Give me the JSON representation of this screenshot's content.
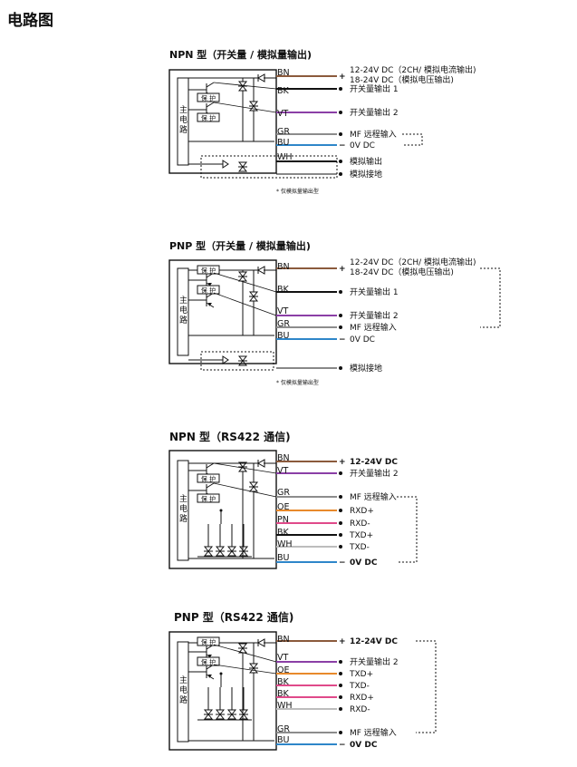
{
  "page": {
    "title": "电路图"
  },
  "main_circuit_label": [
    "主",
    "电",
    "路"
  ],
  "protection_label": "保 护",
  "colors": {
    "BN": "#8B5A3C",
    "BK": "#111111",
    "VT": "#8B3FA6",
    "GR": "#8C8C8C",
    "BU": "#2E86C9",
    "WH": "#BDBDBD",
    "OE": "#E8892B",
    "PN": "#E04A8A"
  },
  "diagrams": [
    {
      "title": "NPN 型（开关量 / 模拟量输出)",
      "footnote": "* 仅模拟量输出型",
      "wires": [
        {
          "code": "BN",
          "color_key": "BN",
          "sym": "+",
          "label": "12-24V DC（2CH/ 模拟电流输出)",
          "label2": "18-24V DC（模拟电压输出)"
        },
        {
          "code": "BK",
          "color_key": "BK",
          "sym": "•",
          "label": "开关量输出 1"
        },
        {
          "code": "VT",
          "color_key": "VT",
          "sym": "•",
          "label": "开关量输出 2"
        },
        {
          "code": "GR",
          "color_key": "GR",
          "sym": "•",
          "label": "MF 远程输入"
        },
        {
          "code": "BU",
          "color_key": "BU",
          "sym": "−",
          "label": "0V DC"
        },
        {
          "code": "WH",
          "color_key": "BK",
          "sym": "•",
          "label": "模拟输出"
        },
        {
          "code": "",
          "color_key": "BK",
          "sym": "•",
          "label": "模拟接地"
        }
      ]
    },
    {
      "title": "PNP 型（开关量 / 模拟量输出)",
      "footnote": "* 仅模拟量输出型",
      "wires": [
        {
          "code": "BN",
          "color_key": "BN",
          "sym": "+",
          "label": "12-24V DC（2CH/ 模拟电流输出)",
          "label2": "18-24V DC（模拟电压输出)"
        },
        {
          "code": "BK",
          "color_key": "BK",
          "sym": "•",
          "label": "开关量输出 1"
        },
        {
          "code": "VT",
          "color_key": "VT",
          "sym": "•",
          "label": "开关量输出 2"
        },
        {
          "code": "GR",
          "color_key": "GR",
          "sym": "•",
          "label": "MF 远程输入"
        },
        {
          "code": "BU",
          "color_key": "BU",
          "sym": "−",
          "label": "0V DC"
        },
        {
          "code": "",
          "color_key": "BK",
          "sym": "•",
          "label": "模拟接地"
        }
      ]
    },
    {
      "title": "NPN 型（RS422 通信)",
      "wires": [
        {
          "code": "BN",
          "color_key": "BN",
          "sym": "+",
          "label": "12-24V DC"
        },
        {
          "code": "VT",
          "color_key": "VT",
          "sym": "•",
          "label": "开关量输出 2"
        },
        {
          "code": "GR",
          "color_key": "GR",
          "sym": "•",
          "label": "MF 远程输入"
        },
        {
          "code": "OE",
          "color_key": "OE",
          "sym": "•",
          "label": "RXD+"
        },
        {
          "code": "PN",
          "color_key": "PN",
          "sym": "•",
          "label": "RXD-"
        },
        {
          "code": "BK",
          "color_key": "BK",
          "sym": "•",
          "label": "TXD+"
        },
        {
          "code": "WH",
          "color_key": "WH",
          "sym": "•",
          "label": "TXD-"
        },
        {
          "code": "BU",
          "color_key": "BU",
          "sym": "−",
          "label": "0V DC"
        }
      ]
    },
    {
      "title": "PNP 型（RS422 通信)",
      "wires": [
        {
          "code": "BN",
          "color_key": "BN",
          "sym": "+",
          "label": "12-24V DC"
        },
        {
          "code": "VT",
          "color_key": "VT",
          "sym": "•",
          "label": "开关量输出 2"
        },
        {
          "code": "OE",
          "color_key": "OE",
          "sym": "•",
          "label": "TXD+"
        },
        {
          "code": "BK",
          "color_key": "PN",
          "sym": "•",
          "label": "TXD-"
        },
        {
          "code": "BK",
          "color_key": "PN",
          "sym": "•",
          "label": "RXD+"
        },
        {
          "code": "WH",
          "color_key": "WH",
          "sym": "•",
          "label": "RXD-"
        },
        {
          "code": "GR",
          "color_key": "GR",
          "sym": "•",
          "label": "MF 远程输入"
        },
        {
          "code": "BU",
          "color_key": "BU",
          "sym": "−",
          "label": "0V DC"
        }
      ]
    }
  ]
}
